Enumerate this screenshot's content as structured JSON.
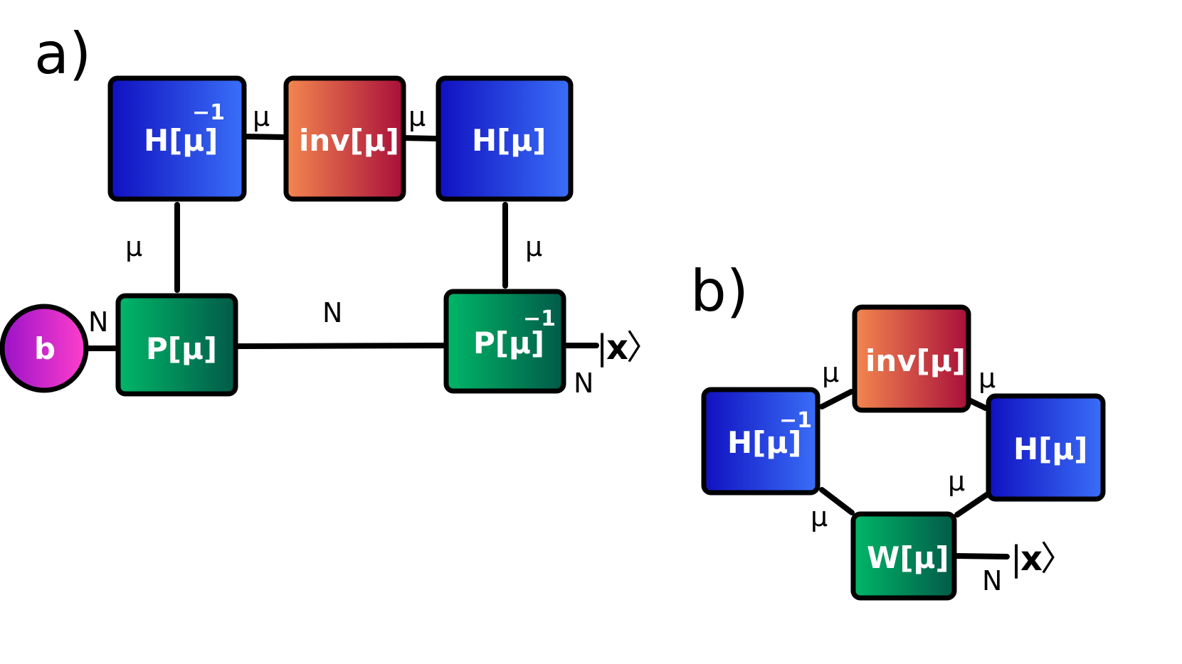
{
  "colors": {
    "blue_start": "#1010c0",
    "blue_end": "#3a6ff8",
    "orange_start": "#f4874f",
    "orange_end": "#a80f3a",
    "green_start": "#00b768",
    "green_end": "#025a48",
    "magenta_start": "#9a12c8",
    "magenta_end": "#ff3fcc",
    "stroke": "#000000"
  },
  "panel_a": {
    "label": "a)",
    "nodes": {
      "h_inv": {
        "text": "H[μ]",
        "sup": "−1"
      },
      "inv": {
        "text": "inv[μ]"
      },
      "h": {
        "text": "H[μ]"
      },
      "b": {
        "text": "b"
      },
      "p": {
        "text": "P[μ]"
      },
      "p_inv": {
        "text": "P[μ]",
        "sup": "−1"
      }
    },
    "edges": {
      "h_inv_inv": "μ",
      "inv_h": "μ",
      "h_inv_p": "μ",
      "h_p_inv": "μ",
      "b_p": "N",
      "p_p_inv": "N",
      "output": "N"
    },
    "ket": {
      "bar": "|",
      "symbol": "x",
      "close": "〉"
    }
  },
  "panel_b": {
    "label": "b)",
    "nodes": {
      "inv": {
        "text": "inv[μ]"
      },
      "h_inv": {
        "text": "H[μ]",
        "sup": "−1"
      },
      "h": {
        "text": "H[μ]"
      },
      "w": {
        "text": "W[μ]"
      }
    },
    "edges": {
      "h_inv_inv": "μ",
      "inv_h": "μ",
      "h_w": "μ",
      "h_inv_w": "μ",
      "output": "N"
    },
    "ket": {
      "bar": "|",
      "symbol": "x",
      "close": "〉"
    }
  }
}
